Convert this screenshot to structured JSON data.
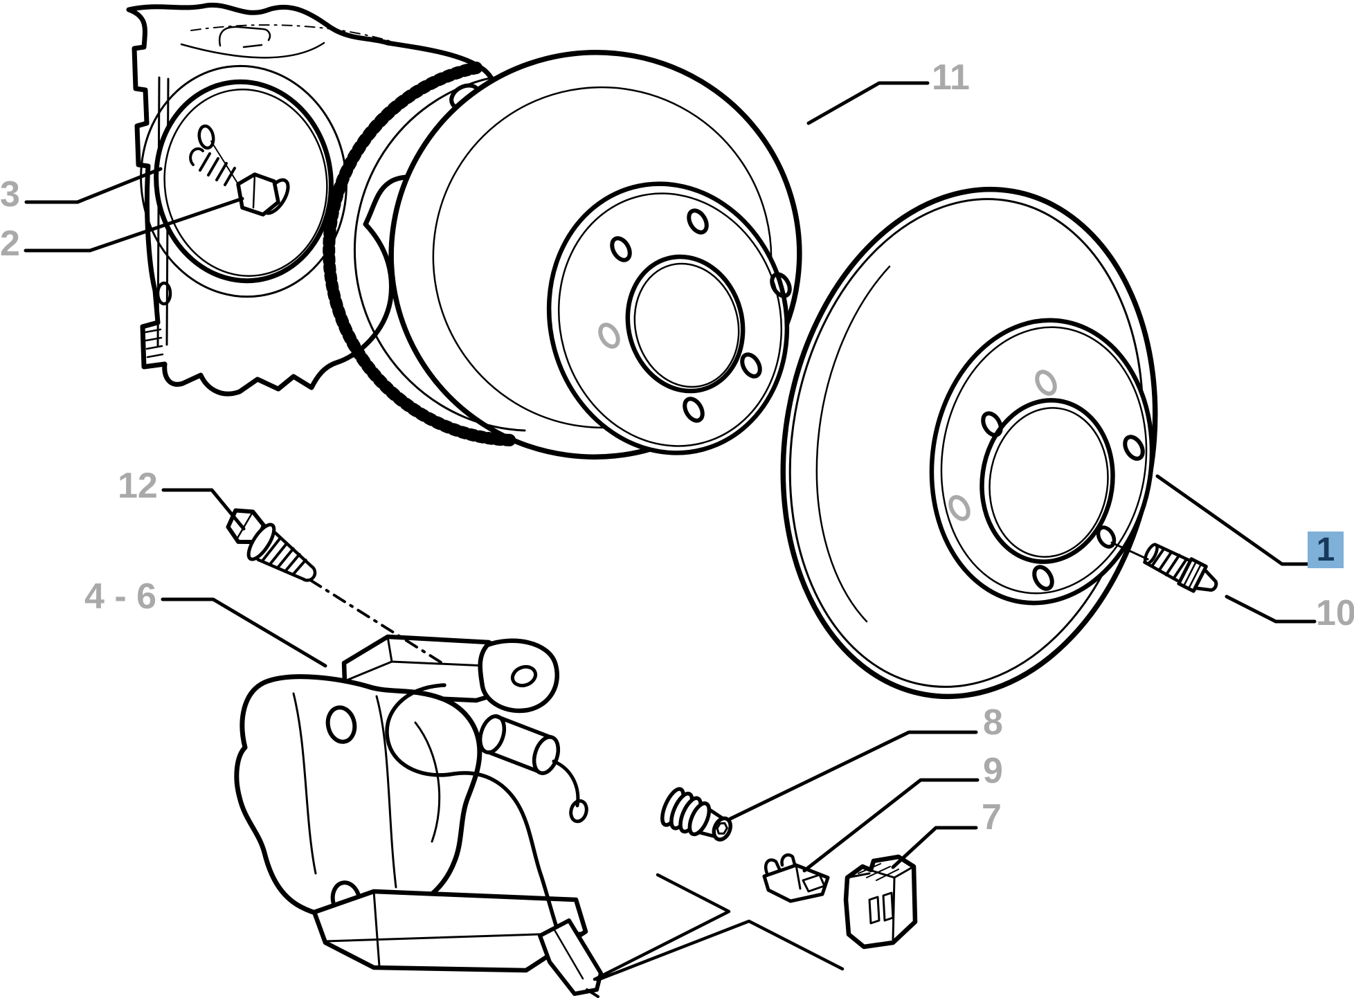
{
  "figure": {
    "kind": "exploded parts diagram",
    "highlighted_callout": "1"
  },
  "colors": {
    "background": "#ffffff",
    "line": "#000000",
    "label_gray": "#a9a9a9",
    "highlight_bg": "#7eb0d8",
    "highlight_text": "#16395c"
  },
  "callouts": {
    "c1": {
      "label": "1"
    },
    "c2": {
      "label": "2"
    },
    "c3": {
      "label": "3"
    },
    "c4_6": {
      "label": "4 - 6"
    },
    "c7": {
      "label": "7"
    },
    "c8": {
      "label": "8"
    },
    "c9": {
      "label": "9"
    },
    "c10": {
      "label": "10"
    },
    "c11": {
      "label": "11"
    },
    "c12": {
      "label": "12"
    }
  }
}
